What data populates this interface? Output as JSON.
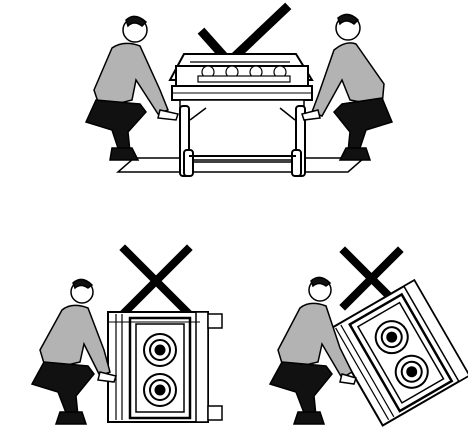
{
  "panels": [
    {
      "id": "correct-lift",
      "mark": "checkmark-icon",
      "verdict": "correct"
    },
    {
      "id": "wrong-on-side",
      "mark": "cross-icon",
      "verdict": "incorrect"
    },
    {
      "id": "wrong-tilted",
      "mark": "cross-icon",
      "verdict": "incorrect"
    }
  ],
  "colors": {
    "ink": "#000000",
    "skin": "#ffffff",
    "shirt": "#b3b3b3",
    "pants": "#111111",
    "appliance_line": "#000000",
    "background": "#ffffff"
  }
}
